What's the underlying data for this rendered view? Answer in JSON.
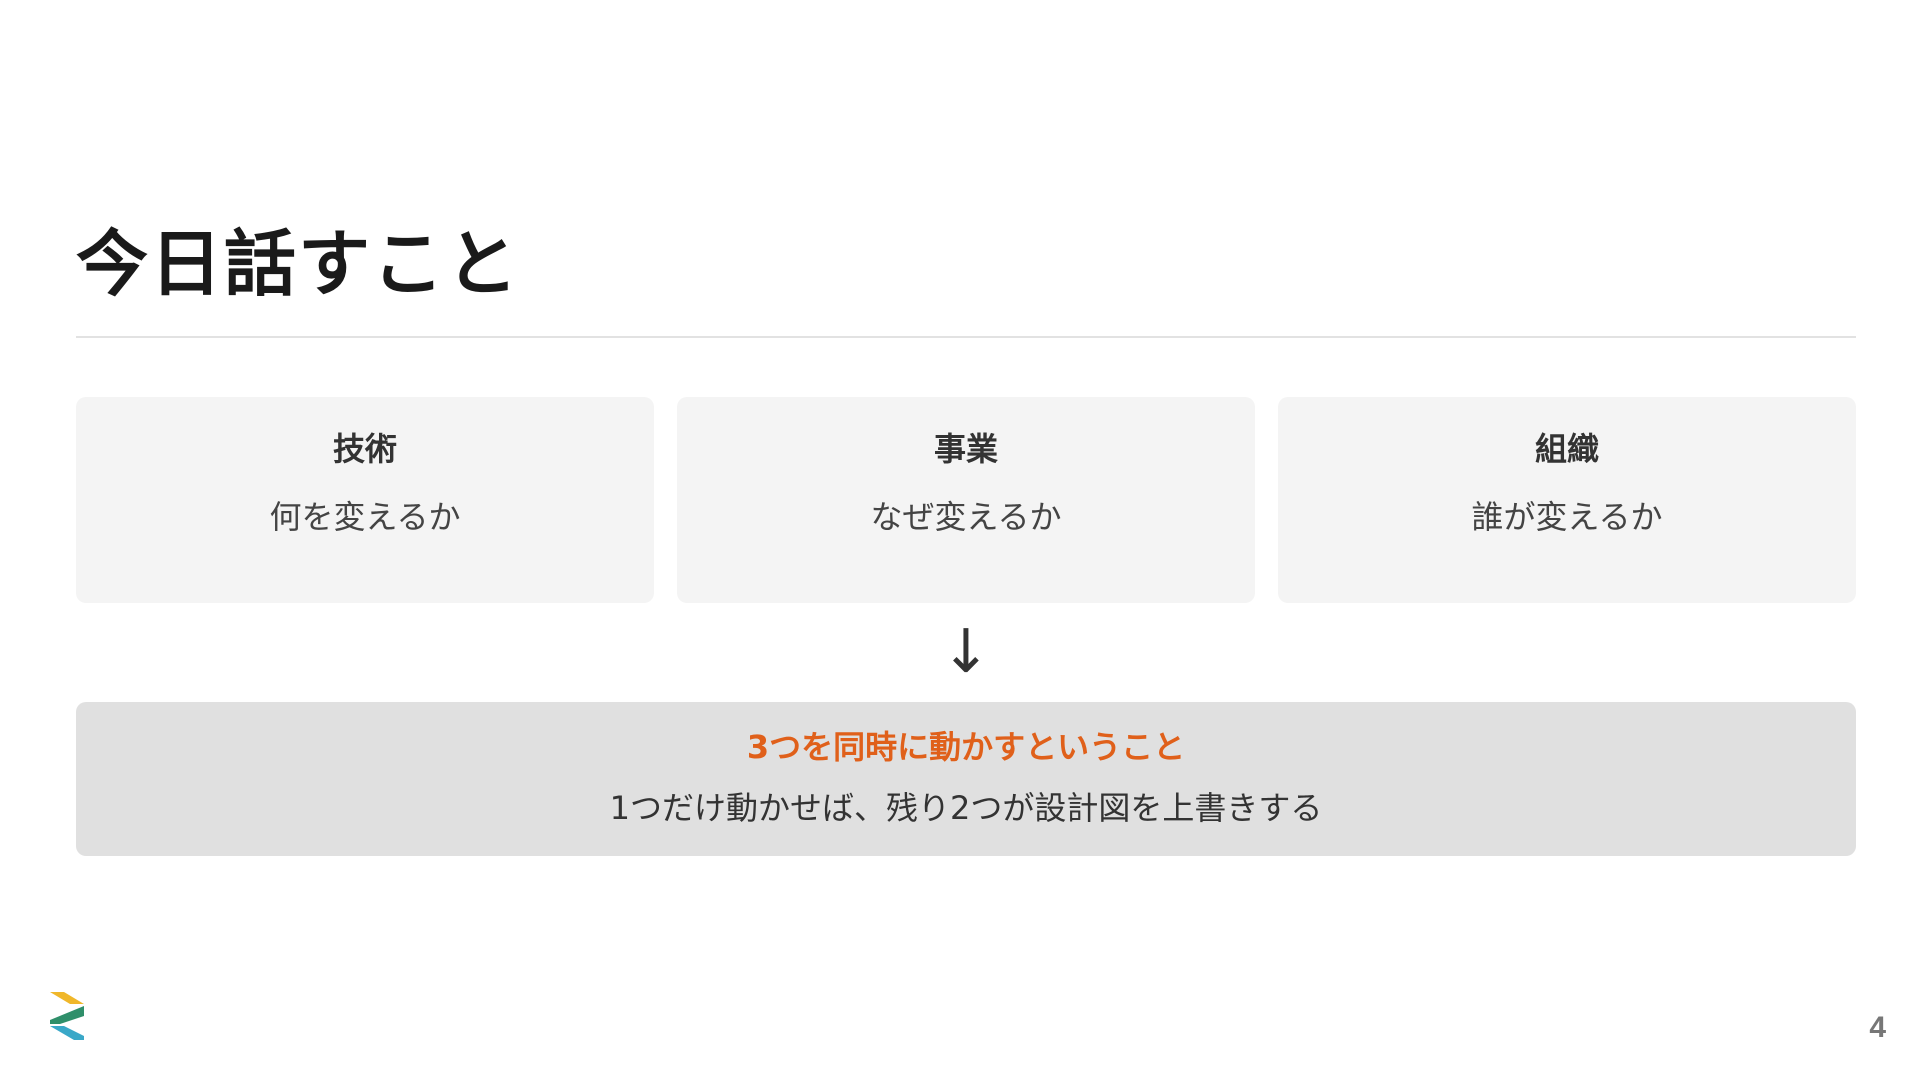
{
  "slide": {
    "title": "今日話すこと",
    "page_number": "4"
  },
  "cards": [
    {
      "heading": "技術",
      "description": "何を変えるか"
    },
    {
      "heading": "事業",
      "description": "なぜ変えるか"
    },
    {
      "heading": "組織",
      "description": "誰が変えるか"
    }
  ],
  "arrow": "↓",
  "summary": {
    "heading": "3つを同時に動かすということ",
    "text": "1つだけ動かせば、残り2つが設計図を上書きする"
  },
  "colors": {
    "accent": "#e0601a",
    "card_background": "#f4f4f4",
    "summary_background": "#e0e0e0",
    "logo_yellow": "#f0b72a",
    "logo_green": "#2f8f6a",
    "logo_blue": "#3aa8c8"
  },
  "icons": {
    "logo": "company-logo-icon"
  }
}
